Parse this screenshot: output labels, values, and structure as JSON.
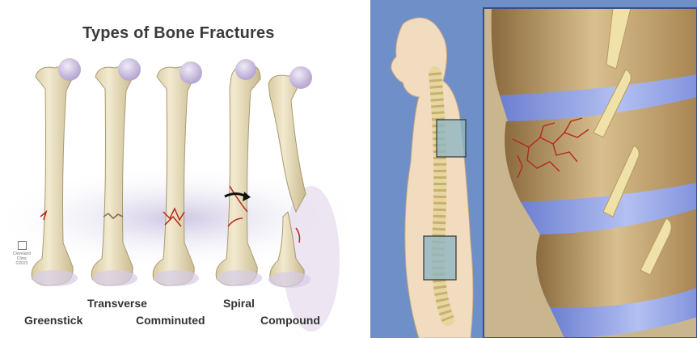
{
  "fracture_figure": {
    "title": "Types of Bone Fractures",
    "labels": {
      "greenstick": "Greenstick",
      "transverse": "Transverse",
      "comminuted": "Comminuted",
      "spiral": "Spiral",
      "compound": "Compound"
    },
    "logo_text": "Cleveland Clinic ©2023"
  },
  "colors": {
    "bone": "#ece2c0",
    "bone_shadow": "#c9b98c",
    "joint_head": "#cdbfe0",
    "fracture": "#b4281e",
    "backdrop": "#dcd6ec",
    "spine_bg": "#6f8fc8",
    "body_skin": "#f1dcc0",
    "disc": "#8fa3e6",
    "highlight_box": "#8fb6c3"
  }
}
